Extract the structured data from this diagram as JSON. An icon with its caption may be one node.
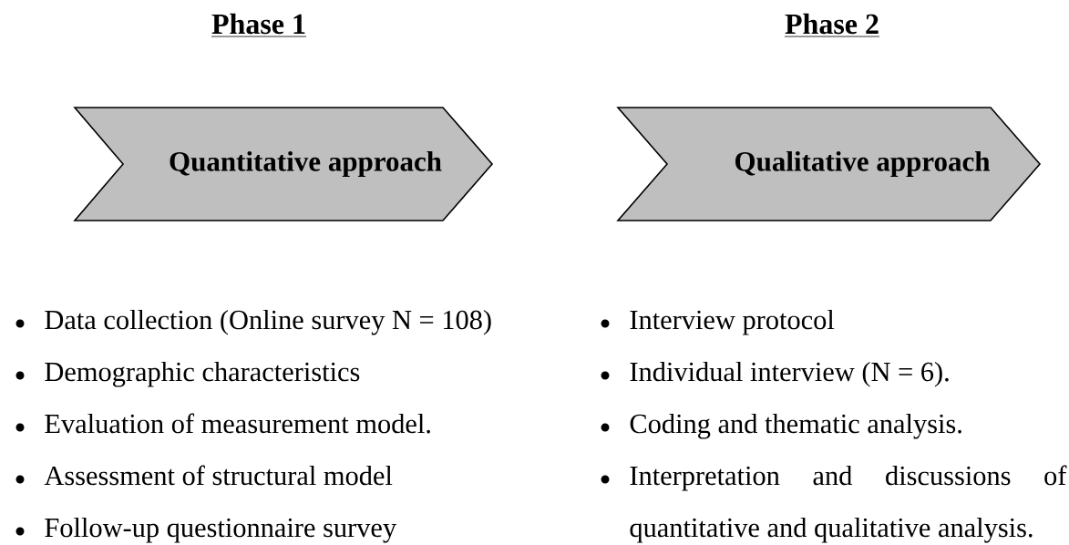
{
  "diagram": {
    "nodes": [
      {
        "text": [
          "Quantitative approach"
        ]
      },
      {
        "text": [
          "Qualitative approach"
        ]
      }
    ],
    "labels": [
      "Phase 1",
      "Phase 2",
      "Data collection (Online survey N = 108)",
      "Demographic characteristics",
      "Evaluation of measurement model.",
      "Assessment of structural model",
      "Follow-up questionnaire survey",
      "Interview protocol",
      "Individual interview (N = 6).",
      "Coding and thematic analysis.",
      "Interpretation and discussions of quantitative and qualitative analysis."
    ]
  }
}
